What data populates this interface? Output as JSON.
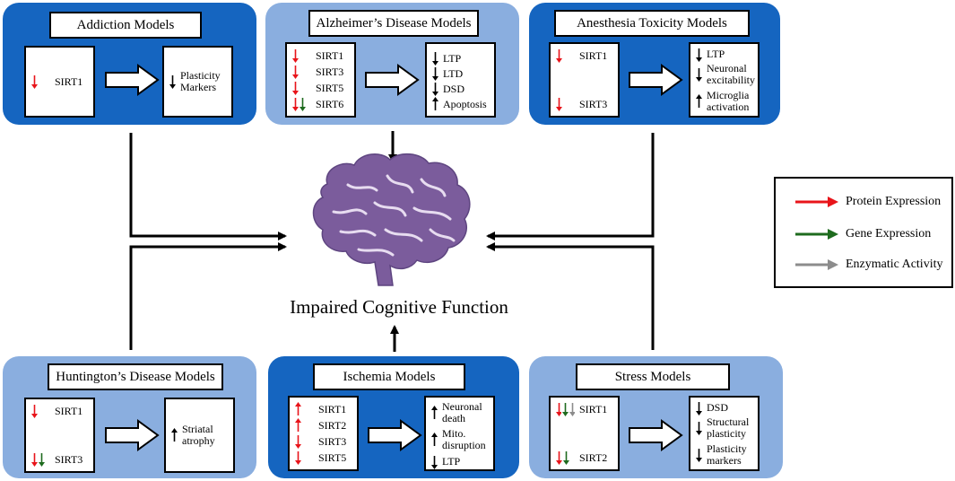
{
  "colors": {
    "dark_panel": "#1565c0",
    "light_panel": "#8aaedf",
    "protein": "#e8141a",
    "gene": "#1e6b1e",
    "enzymatic": "#8c8c8c"
  },
  "center_label": "Impaired Cognitive Function",
  "legend": [
    {
      "label": "Protein Expression",
      "color": "#e8141a"
    },
    {
      "label": "Gene Expression",
      "color": "#1e6b1e"
    },
    {
      "label": "Enzymatic Activity",
      "color": "#8c8c8c"
    }
  ],
  "panels": [
    {
      "title": "Addiction Models",
      "sirts": [
        {
          "label": "SIRT1",
          "arrows": [
            {
              "color": "red",
              "dir": "down"
            }
          ]
        }
      ],
      "effects": [
        {
          "dir": "down",
          "text": "Plasticity\nMarkers"
        }
      ]
    },
    {
      "title": "Alzheimer’s Disease Models",
      "sirts": [
        {
          "label": "SIRT1",
          "arrows": [
            {
              "color": "red",
              "dir": "down"
            }
          ]
        },
        {
          "label": "SIRT3",
          "arrows": [
            {
              "color": "red",
              "dir": "down"
            }
          ]
        },
        {
          "label": "SIRT5",
          "arrows": [
            {
              "color": "red",
              "dir": "down"
            }
          ]
        },
        {
          "label": "SIRT6",
          "arrows": [
            {
              "color": "red",
              "dir": "down"
            },
            {
              "color": "green",
              "dir": "down"
            }
          ]
        }
      ],
      "effects": [
        {
          "dir": "down",
          "text": "LTP"
        },
        {
          "dir": "down",
          "text": "LTD"
        },
        {
          "dir": "down",
          "text": "DSD"
        },
        {
          "dir": "up",
          "text": "Apoptosis"
        }
      ]
    },
    {
      "title": "Anesthesia Toxicity Models",
      "sirts": [
        {
          "label": "SIRT1",
          "arrows": [
            {
              "color": "red",
              "dir": "down"
            }
          ]
        },
        {
          "label": "SIRT3",
          "arrows": [
            {
              "color": "red",
              "dir": "down"
            }
          ]
        }
      ],
      "effects": [
        {
          "dir": "down",
          "text": "LTP"
        },
        {
          "dir": "down",
          "text": "Neuronal\nexcitability"
        },
        {
          "dir": "up",
          "text": "Microglia\nactivation"
        }
      ]
    },
    {
      "title": "Huntington’s Disease Models",
      "sirts": [
        {
          "label": "SIRT1",
          "arrows": [
            {
              "color": "red",
              "dir": "down"
            }
          ]
        },
        {
          "label": "SIRT3",
          "arrows": [
            {
              "color": "red",
              "dir": "down"
            },
            {
              "color": "green",
              "dir": "down"
            }
          ]
        }
      ],
      "effects": [
        {
          "dir": "up",
          "text": "Striatal\natrophy"
        }
      ]
    },
    {
      "title": "Ischemia Models",
      "sirts": [
        {
          "label": "SIRT1",
          "arrows": [
            {
              "color": "red",
              "dir": "up"
            }
          ]
        },
        {
          "label": "SIRT2",
          "arrows": [
            {
              "color": "red",
              "dir": "up"
            }
          ]
        },
        {
          "label": "SIRT3",
          "arrows": [
            {
              "color": "red",
              "dir": "down"
            }
          ]
        },
        {
          "label": "SIRT5",
          "arrows": [
            {
              "color": "red",
              "dir": "down"
            }
          ]
        }
      ],
      "effects": [
        {
          "dir": "up",
          "text": "Neuronal\ndeath"
        },
        {
          "dir": "up",
          "text": "Mito.\ndisruption"
        },
        {
          "dir": "down",
          "text": "LTP"
        }
      ]
    },
    {
      "title": "Stress Models",
      "sirts": [
        {
          "label": "SIRT1",
          "arrows": [
            {
              "color": "red",
              "dir": "down"
            },
            {
              "color": "green",
              "dir": "down"
            },
            {
              "color": "gray",
              "dir": "down"
            }
          ]
        },
        {
          "label": "SIRT2",
          "arrows": [
            {
              "color": "red",
              "dir": "down"
            },
            {
              "color": "green",
              "dir": "down"
            }
          ]
        }
      ],
      "effects": [
        {
          "dir": "down",
          "text": "DSD"
        },
        {
          "dir": "down",
          "text": "Structural\nplasticity"
        },
        {
          "dir": "down",
          "text": "Plasticity\nmarkers"
        }
      ]
    }
  ]
}
